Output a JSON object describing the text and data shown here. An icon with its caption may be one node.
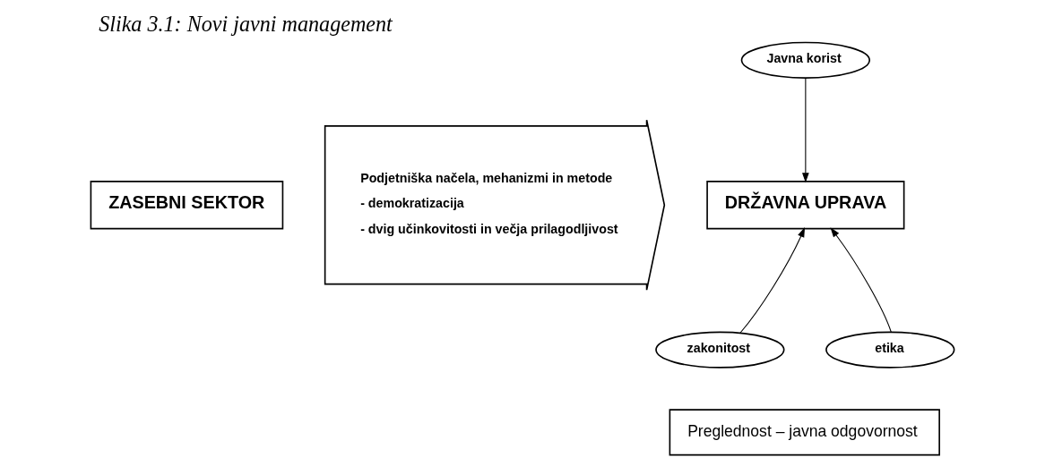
{
  "diagram": {
    "title": "Slika 3.1: Novi javni management",
    "nodes": [
      {
        "text": [
          "ZASEBNI SEKTOR"
        ]
      },
      {
        "text": [
          "Podjetniška načela, mehanizmi in metode",
          "- demokratizacija",
          "- dvig učinkovitosti in večja prilagodljivost"
        ]
      },
      {
        "text": [
          "Javna korist"
        ]
      },
      {
        "text": [
          "DRŽAVNA UPRAVA"
        ]
      },
      {
        "text": [
          "zakonitost"
        ]
      },
      {
        "text": [
          "etika"
        ]
      },
      {
        "text": [
          "Preglednost – javna odgovornost"
        ]
      }
    ],
    "edges": [
      {
        "from": 2,
        "to": 3,
        "arrow": "to"
      },
      {
        "from": 4,
        "to": 3,
        "arrow": "to"
      },
      {
        "from": 5,
        "to": 3,
        "arrow": "to"
      }
    ]
  }
}
